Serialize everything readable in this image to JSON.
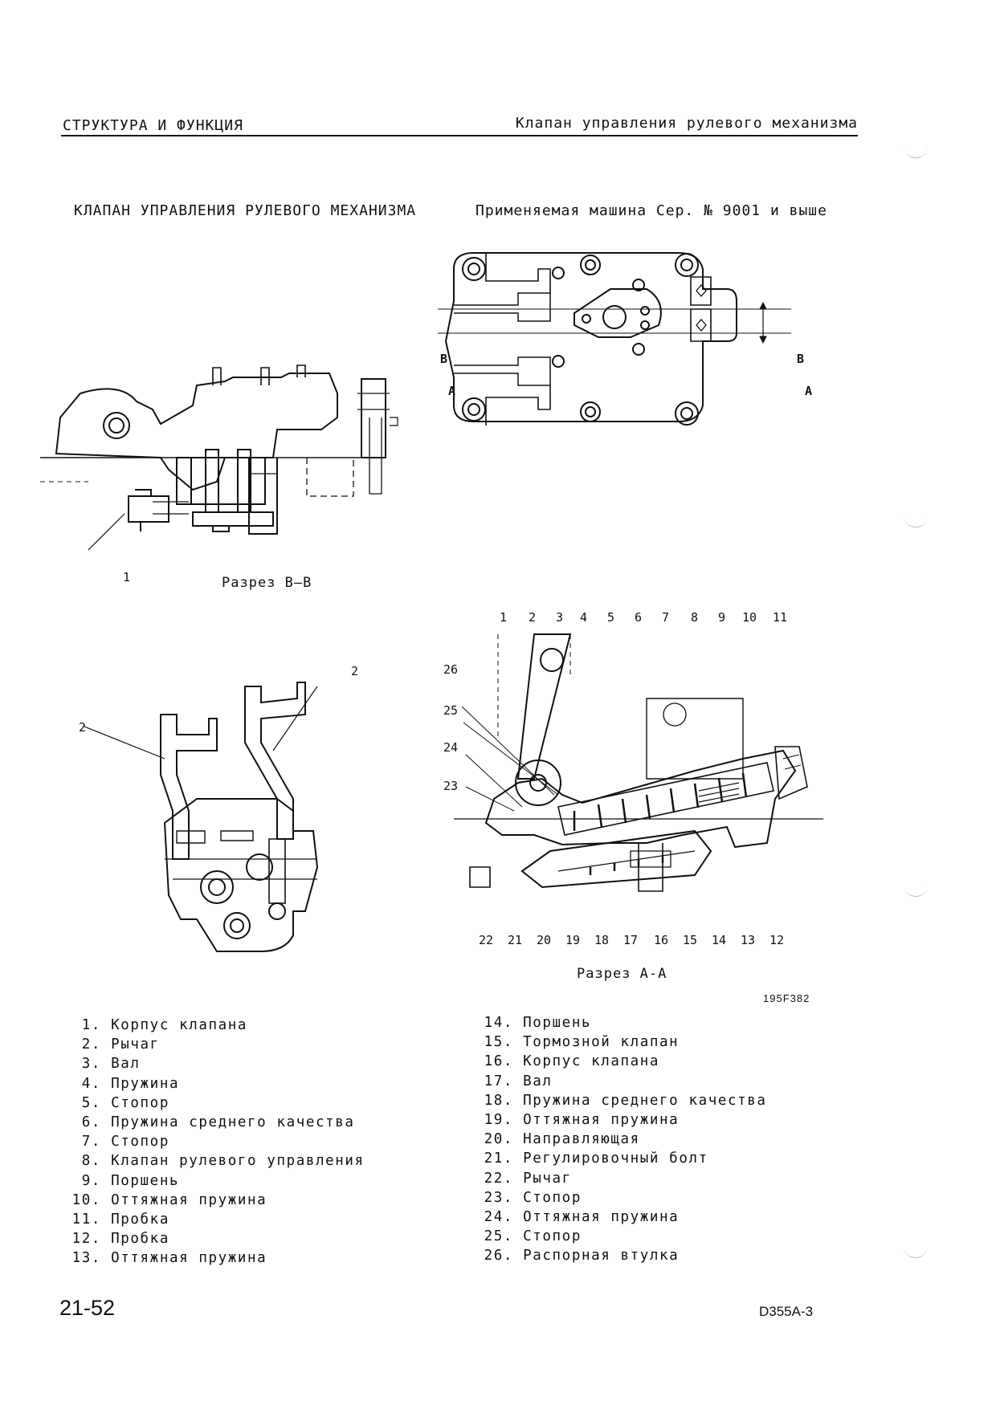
{
  "header": {
    "left": "СТРУКТУРА И ФУНКЦИЯ",
    "right": "Клапан управления рулевого механизма"
  },
  "section": {
    "title": "КЛАПАН УПРАВЛЕНИЯ РУЛЕВОГО МЕХАНИЗМА",
    "applicability": "Применяемая машина Сер. № 9001 и выше"
  },
  "figures": {
    "section_bb": {
      "caption": "Разрез B–B",
      "callout": "1"
    },
    "top_view": {
      "marks": [
        "B",
        "A",
        "B",
        "A"
      ]
    },
    "levers": {
      "callouts": [
        "2",
        "2"
      ]
    },
    "section_aa": {
      "caption": "Разрез A-A",
      "top_callouts": [
        "1",
        "2",
        "3",
        "4",
        "5",
        "6",
        "7",
        "8",
        "9",
        "10",
        "11"
      ],
      "left_callouts": [
        "26",
        "25",
        "24",
        "23"
      ],
      "bottom_callouts": [
        "22",
        "21",
        "20",
        "19",
        "18",
        "17",
        "16",
        "15",
        "14",
        "13",
        "12"
      ]
    },
    "figure_code": "195F382"
  },
  "parts_left": [
    {
      "num": "1.",
      "name": "Корпус клапана"
    },
    {
      "num": "2.",
      "name": "Рычаг"
    },
    {
      "num": "3.",
      "name": "Вал"
    },
    {
      "num": "4.",
      "name": "Пружина"
    },
    {
      "num": "5.",
      "name": "Стопор"
    },
    {
      "num": "6.",
      "name": "Пружина среднего качества"
    },
    {
      "num": "7.",
      "name": "Стопор"
    },
    {
      "num": "8.",
      "name": "Клапан рулевого управления"
    },
    {
      "num": "9.",
      "name": "Поршень"
    },
    {
      "num": "10.",
      "name": "Оттяжная пружина"
    },
    {
      "num": "11.",
      "name": "Пробка"
    },
    {
      "num": "12.",
      "name": "Пробка"
    },
    {
      "num": "13.",
      "name": "Оттяжная пружина"
    }
  ],
  "parts_right": [
    {
      "num": "14.",
      "name": "Поршень"
    },
    {
      "num": "15.",
      "name": "Тормозной клапан"
    },
    {
      "num": "16.",
      "name": "Корпус клапана"
    },
    {
      "num": "17.",
      "name": "Вал"
    },
    {
      "num": "18.",
      "name": "Пружина среднего качества"
    },
    {
      "num": "19.",
      "name": "Оттяжная пружина"
    },
    {
      "num": "20.",
      "name": "Направляющая"
    },
    {
      "num": "21.",
      "name": "Регулировочный болт"
    },
    {
      "num": "22.",
      "name": "Рычаг"
    },
    {
      "num": "23.",
      "name": "Стопор"
    },
    {
      "num": "24.",
      "name": "Оттяжная пружина"
    },
    {
      "num": "25.",
      "name": "Стопор"
    },
    {
      "num": "26.",
      "name": "Распорная втулка"
    }
  ],
  "footer": {
    "page": "21-52",
    "model": "D355A-3"
  }
}
